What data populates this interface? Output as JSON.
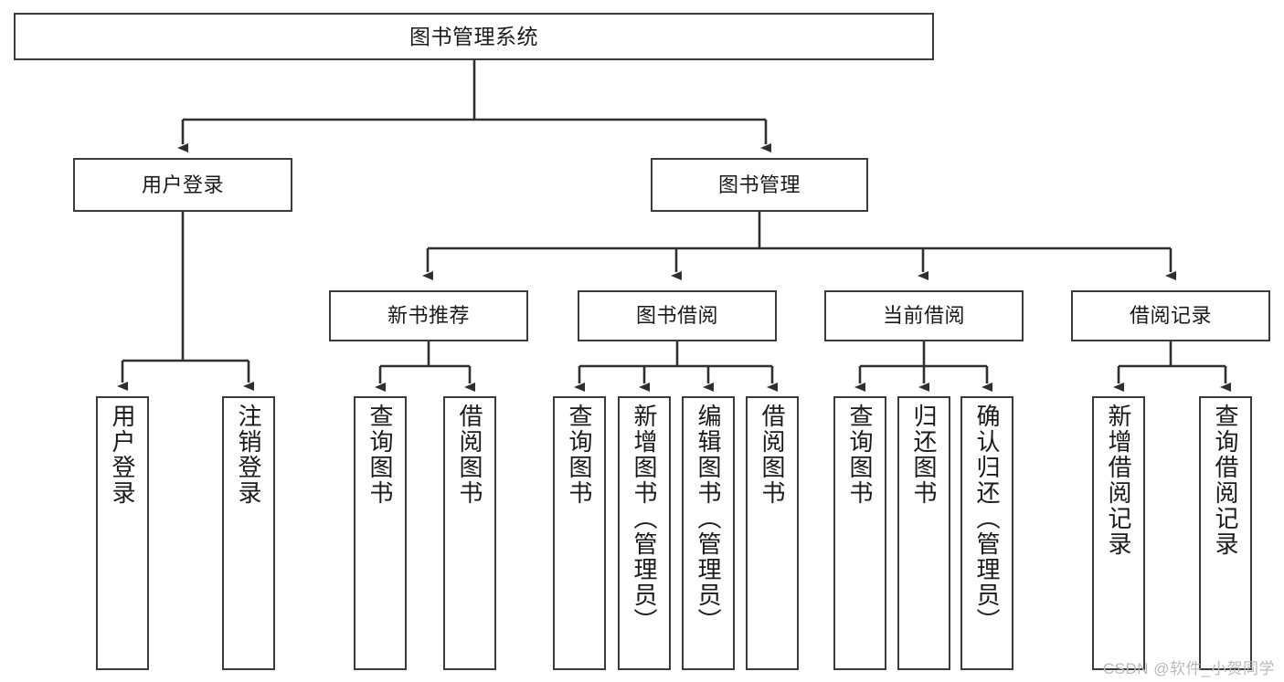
{
  "diagram": {
    "title": "图书管理系统",
    "type": "hierarchy-tree",
    "colors": {
      "box_border": "#3b3b3b",
      "box_fill": "#ffffff",
      "connector": "#2f2f2f",
      "text": "#1a1a1a",
      "watermark": "#b9b9b9"
    },
    "levels": {
      "root": [
        "图书管理系统"
      ],
      "level2": [
        "用户登录",
        "图书管理"
      ],
      "level3": [
        "新书推荐",
        "图书借阅",
        "当前借阅",
        "借阅记录"
      ],
      "leaves": [
        "用户登录",
        "注销登录",
        "查询图书",
        "借阅图书",
        "查询图书",
        "新增图书（管理员）",
        "编辑图书（管理员）",
        "借阅图书",
        "查询图书",
        "归还图书",
        "确认归还（管理员）",
        "新增借阅记录",
        "查询借阅记录"
      ]
    },
    "nodes": {
      "root": {
        "label": "图书管理系统"
      },
      "user_login": {
        "label": "用户登录"
      },
      "book_manage": {
        "label": "图书管理"
      },
      "new_book_rec": {
        "label": "新书推荐"
      },
      "book_borrow": {
        "label": "图书借阅"
      },
      "current_borrow": {
        "label": "当前借阅"
      },
      "borrow_record": {
        "label": "借阅记录"
      },
      "leaf_user_login": {
        "label": "用户登录"
      },
      "leaf_logout": {
        "label": "注销登录"
      },
      "leaf_query_book_1": {
        "label": "查询图书"
      },
      "leaf_borrow_book_1": {
        "label": "借阅图书"
      },
      "leaf_query_book_2": {
        "label": "查询图书"
      },
      "leaf_add_book": {
        "label": "新增图书（管理员）"
      },
      "leaf_edit_book": {
        "label": "编辑图书（管理员）"
      },
      "leaf_borrow_book_2": {
        "label": "借阅图书"
      },
      "leaf_query_book_3": {
        "label": "查询图书"
      },
      "leaf_return_book": {
        "label": "归还图书"
      },
      "leaf_confirm_return": {
        "label": "确认归还（管理员）"
      },
      "leaf_add_record": {
        "label": "新增借阅记录"
      },
      "leaf_query_record": {
        "label": "查询借阅记录"
      }
    }
  },
  "watermark": {
    "text": "CSDN @软件_小贺同学"
  }
}
